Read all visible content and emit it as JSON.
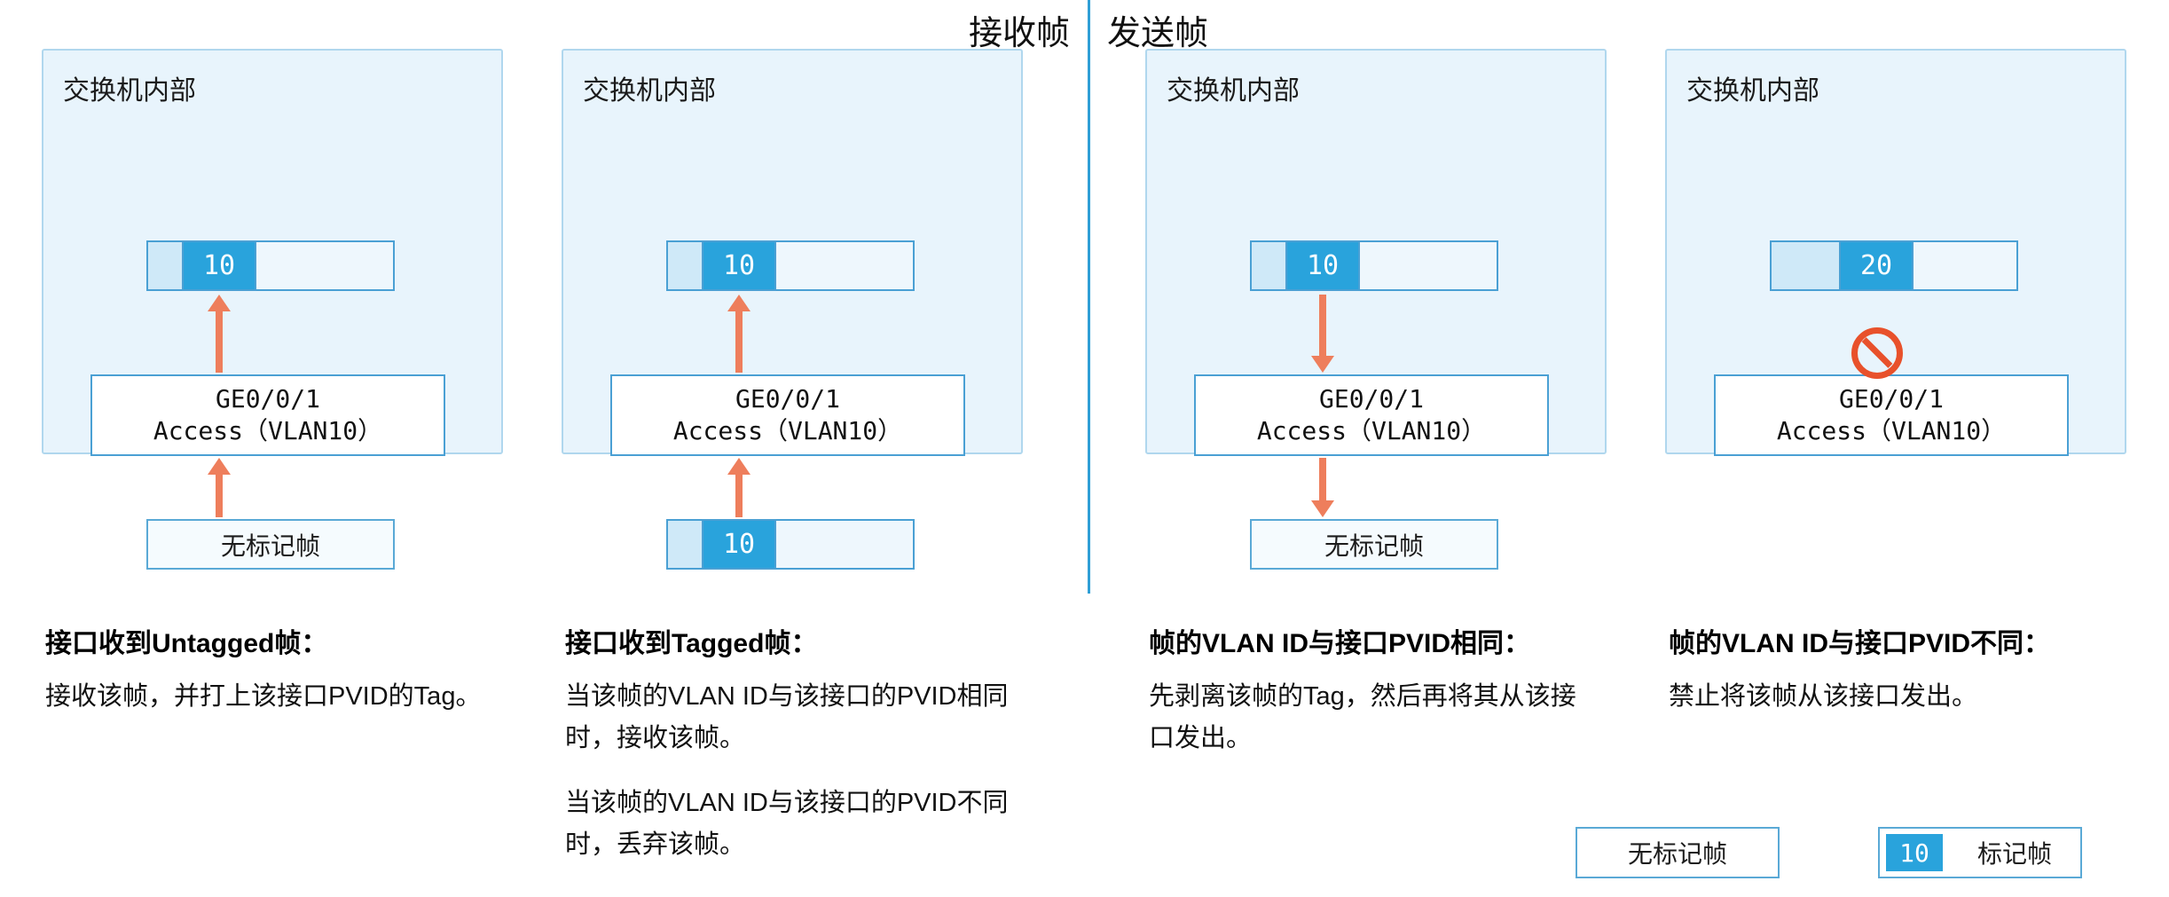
{
  "header": {
    "receive_label": "接收帧",
    "send_label": "发送帧"
  },
  "panels": [
    {
      "title": "交换机内部",
      "tag": "10",
      "port_line1": "GE0/0/1",
      "port_line2": "Access（VLAN10）",
      "bottom_label": "无标记帧",
      "heading": "接口收到Untagged帧：",
      "body": [
        "接收该帧，并打上该接口PVID的Tag。"
      ]
    },
    {
      "title": "交换机内部",
      "tag": "10",
      "port_line1": "GE0/0/1",
      "port_line2": "Access（VLAN10）",
      "bottom_tag": "10",
      "heading": "接口收到Tagged帧：",
      "body": [
        "当该帧的VLAN ID与该接口的PVID相同时，接收该帧。",
        "当该帧的VLAN ID与该接口的PVID不同时，丢弃该帧。"
      ]
    },
    {
      "title": "交换机内部",
      "tag": "10",
      "port_line1": "GE0/0/1",
      "port_line2": "Access（VLAN10）",
      "bottom_label": "无标记帧",
      "heading": "帧的VLAN ID与接口PVID相同：",
      "body": [
        "先剥离该帧的Tag，然后再将其从该接口发出。"
      ]
    },
    {
      "title": "交换机内部",
      "tag": "20",
      "port_line1": "GE0/0/1",
      "port_line2": "Access（VLAN10）",
      "heading": "帧的VLAN ID与接口PVID不同：",
      "body": [
        "禁止将该帧从该接口发出。"
      ]
    }
  ],
  "legend": {
    "untagged_label": "无标记帧",
    "tagged_tag": "10",
    "tagged_label": "标记帧"
  },
  "colors": {
    "panel_bg": "#e8f4fc",
    "panel_border": "#b0d7ee",
    "bar_border": "#4aa0d4",
    "tag_blue": "#29a3dc",
    "arrow_orange": "#ee7e5c",
    "prohibit_red": "#e8512b",
    "divider_blue": "#2f9fd6"
  }
}
